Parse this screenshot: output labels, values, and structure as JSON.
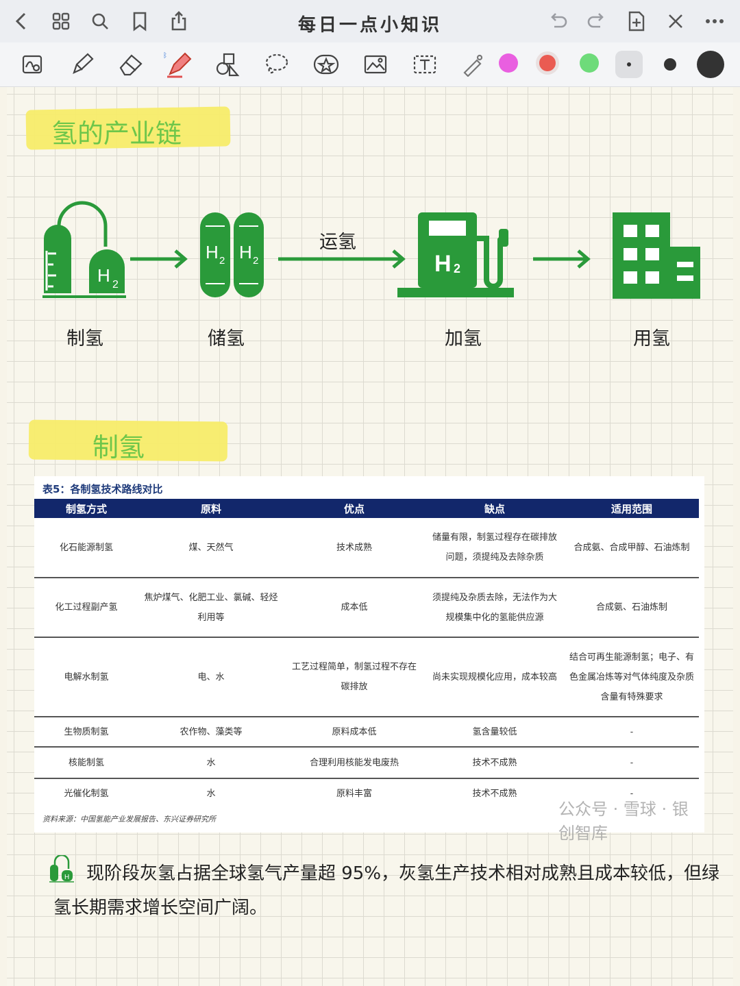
{
  "app": {
    "title": "每日一点小知识",
    "toolbar_colors": {
      "pink": "#e95fe0",
      "red": "#ea5b52",
      "green": "#6edb7a",
      "dark": "#333333"
    }
  },
  "sections": {
    "chain_title": "氢的产业链",
    "production_title": "制氢"
  },
  "chain": {
    "stages": [
      "制氢",
      "储氢",
      "加氢",
      "用氢"
    ],
    "transport_label": "运氢",
    "h2_label": "H",
    "h2_sub": "2",
    "accent": "#2a9a3a"
  },
  "table": {
    "caption": "表5：各制氢技术路线对比",
    "headers": [
      "制氢方式",
      "原料",
      "优点",
      "缺点",
      "适用范围"
    ],
    "rows": [
      [
        "化石能源制氢",
        "煤、天然气",
        "技术成熟",
        "储量有限，制氢过程存在碳排放问题，须提纯及去除杂质",
        "合成氨、合成甲醇、石油炼制"
      ],
      [
        "化工过程副产氢",
        "焦炉煤气、化肥工业、氯碱、轻烃利用等",
        "成本低",
        "须提纯及杂质去除，无法作为大规模集中化的氢能供应源",
        "合成氨、石油炼制"
      ],
      [
        "电解水制氢",
        "电、水",
        "工艺过程简单，制氢过程不存在碳排放",
        "尚未实现规模化应用，成本较高",
        "结合可再生能源制氢；电子、有色金属冶炼等对气体纯度及杂质含量有特殊要求"
      ],
      [
        "生物质制氢",
        "农作物、藻类等",
        "原料成本低",
        "氢含量较低",
        "-"
      ],
      [
        "核能制氢",
        "水",
        "合理利用核能发电废热",
        "技术不成熟",
        "-"
      ],
      [
        "光催化制氢",
        "水",
        "原料丰富",
        "技术不成熟",
        "-"
      ]
    ],
    "source": "资料来源：中国氢能产业发展报告、东兴证券研究所",
    "watermark": "公众号 · 雪球 · 银创智库"
  },
  "footer_text": "现阶段灰氢占据全球氢气产量超 95%，灰氢生产技术相对成熟且成本较低，但绿氢长期需求增长空间广阔。"
}
